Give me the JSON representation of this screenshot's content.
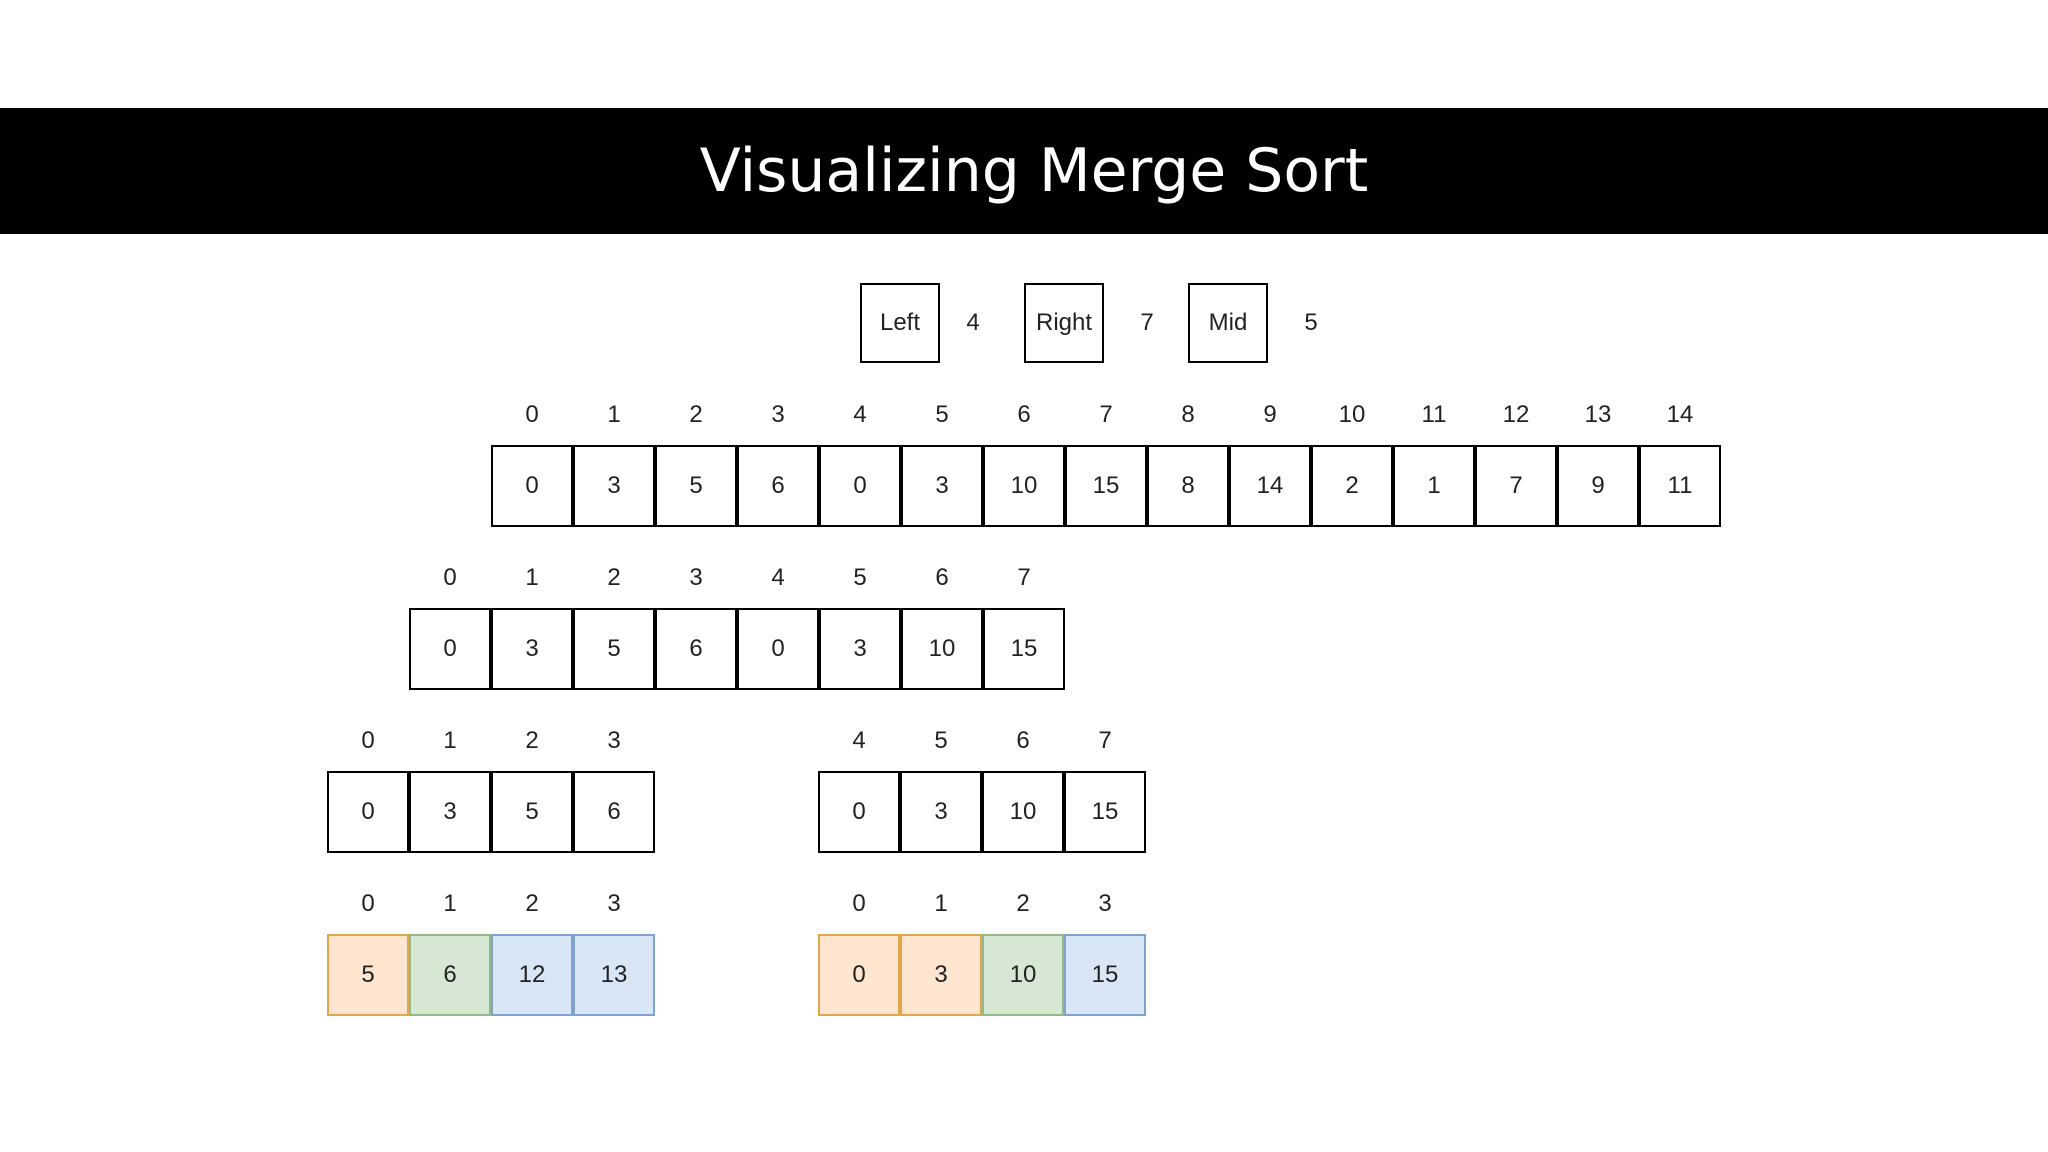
{
  "title": "Visualizing Merge Sort",
  "pointers": [
    {
      "label": "Left",
      "value": "4"
    },
    {
      "label": "Right",
      "value": "7"
    },
    {
      "label": "Mid",
      "value": "5"
    }
  ],
  "colors": {
    "orange_fill": "#fde5cf",
    "orange_border": "#e0a84a",
    "green_fill": "#d6e8d3",
    "green_border": "#94b88a",
    "blue_fill": "#d9e6f6",
    "blue_border": "#7fa2cf"
  },
  "arrays": [
    {
      "name": "full-array",
      "indices": [
        "0",
        "1",
        "2",
        "3",
        "4",
        "5",
        "6",
        "7",
        "8",
        "9",
        "10",
        "11",
        "12",
        "13",
        "14"
      ],
      "values": [
        "0",
        "3",
        "5",
        "6",
        "0",
        "3",
        "10",
        "15",
        "8",
        "14",
        "2",
        "1",
        "7",
        "9",
        "11"
      ]
    },
    {
      "name": "sub-array-0-7",
      "indices": [
        "0",
        "1",
        "2",
        "3",
        "4",
        "5",
        "6",
        "7"
      ],
      "values": [
        "0",
        "3",
        "5",
        "6",
        "0",
        "3",
        "10",
        "15"
      ]
    },
    {
      "name": "left-half",
      "indices": [
        "0",
        "1",
        "2",
        "3"
      ],
      "values": [
        "0",
        "3",
        "5",
        "6"
      ]
    },
    {
      "name": "right-half",
      "indices": [
        "4",
        "5",
        "6",
        "7"
      ],
      "values": [
        "0",
        "3",
        "10",
        "15"
      ]
    },
    {
      "name": "left-temp",
      "indices": [
        "0",
        "1",
        "2",
        "3"
      ],
      "values": [
        "5",
        "6",
        "12",
        "13"
      ],
      "colors": [
        "orange",
        "green",
        "blue",
        "blue"
      ]
    },
    {
      "name": "right-temp",
      "indices": [
        "0",
        "1",
        "2",
        "3"
      ],
      "values": [
        "0",
        "3",
        "10",
        "15"
      ],
      "colors": [
        "orange",
        "orange",
        "green",
        "blue"
      ]
    }
  ]
}
